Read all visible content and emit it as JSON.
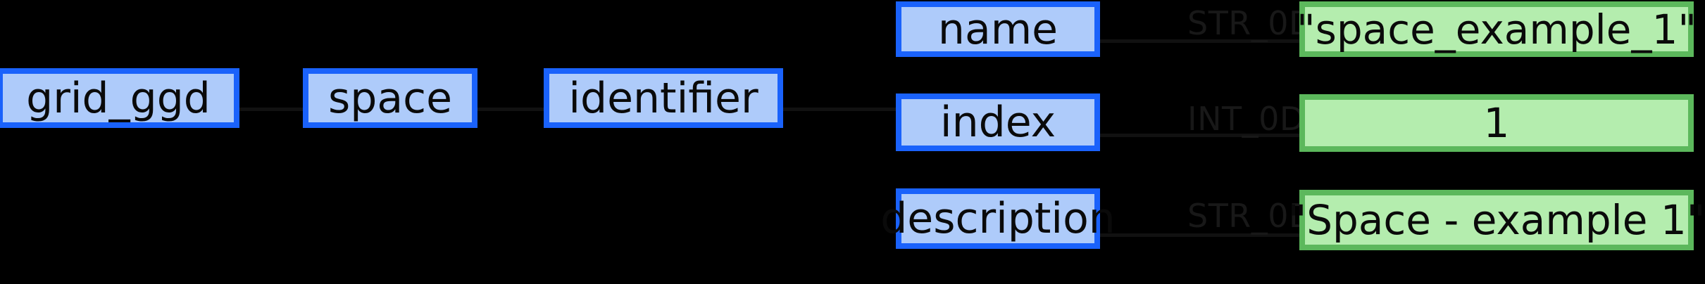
{
  "diagram": {
    "title": "grid_ggd space identifier",
    "background_color": "#000000",
    "node_fill_color": "#aecbfa",
    "node_border_color": "#1a62fb",
    "value_fill_color": "#b4edae",
    "value_border_color": "#5cb85c",
    "type_label_color": "#181818"
  },
  "path_nodes": [
    {
      "label": "grid_ggd",
      "level": 0
    },
    {
      "label": "space",
      "level": 1
    },
    {
      "label": "identifier",
      "level": 2
    }
  ],
  "fields": [
    {
      "label": "name",
      "type": "STR_0D",
      "value": "\"space_example_1\""
    },
    {
      "label": "index",
      "type": "INT_0D",
      "value": "1"
    },
    {
      "label": "description",
      "type": "STR_0D",
      "value": "\"Space - example 1\""
    }
  ]
}
